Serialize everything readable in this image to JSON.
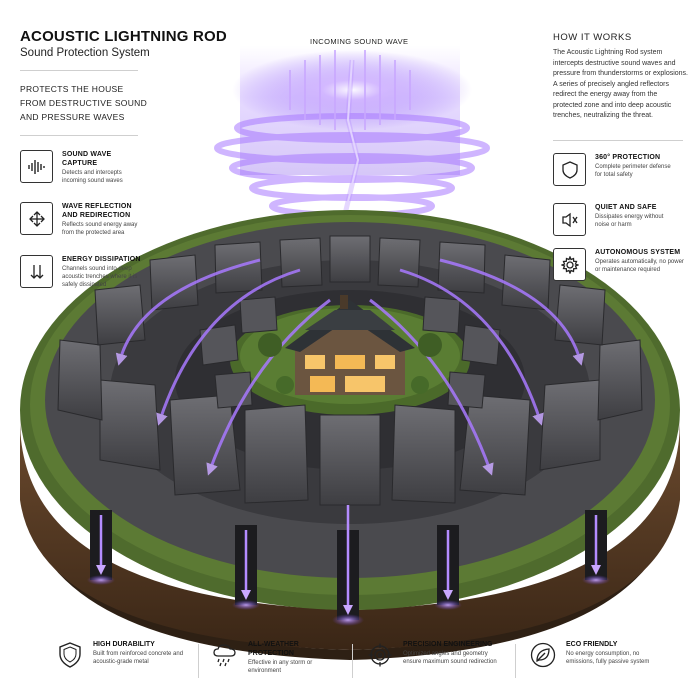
{
  "header": {
    "title": "ACOUSTIC LIGHTNING ROD",
    "subtitle": "Sound Protection System",
    "tagline": "PROTECTS THE HOUSE FROM DESTRUCTIVE SOUND AND PRESSURE WAVES"
  },
  "wave_label": "INCOMING SOUND WAVE",
  "how_it_works": {
    "title": "HOW IT WORKS",
    "text": "The Acoustic Lightning Rod system intercepts destructive sound waves and pressure from thunderstorms or explosions. A series of precisely angled reflectors redirect the energy away from the protected zone and into deep acoustic trenches, neutralizing the threat."
  },
  "left_features": [
    {
      "icon": "sound-wave-icon",
      "title": "SOUND WAVE CAPTURE",
      "desc": "Detects and intercepts incoming sound waves"
    },
    {
      "icon": "redirect-arrows-icon",
      "title": "WAVE REFLECTION AND REDIRECTION",
      "desc": "Reflects sound energy away from the protected area"
    },
    {
      "icon": "down-arrows-icon",
      "title": "ENERGY DISSIPATION",
      "desc": "Channels sound into deep acoustic trenches where it is safely dissipated"
    }
  ],
  "right_features": [
    {
      "icon": "shield-icon",
      "title": "360° PROTECTION",
      "desc": "Complete perimeter defense for total safety"
    },
    {
      "icon": "speaker-mute-icon",
      "title": "QUIET AND SAFE",
      "desc": "Dissipates energy without noise or harm"
    },
    {
      "icon": "gear-icon",
      "title": "AUTONOMOUS SYSTEM",
      "desc": "Operates automatically, no power or maintenance required"
    }
  ],
  "bottom_features": [
    {
      "icon": "shield-icon",
      "title": "HIGH DURABILITY",
      "desc": "Built from reinforced concrete and acoustic-grade metal"
    },
    {
      "icon": "weather-cloud-icon",
      "title": "ALL-WEATHER PROTECTION",
      "desc": "Effective in any storm or environment"
    },
    {
      "icon": "crosshair-icon",
      "title": "PRECISION ENGINEERING",
      "desc": "Optimized angles and geometry ensure maximum sound redirection"
    },
    {
      "icon": "leaf-icon",
      "title": "ECO FRIENDLY",
      "desc": "No energy consumption, no emissions, fully passive system"
    }
  ],
  "colors": {
    "accent": "#8a5cf6",
    "glow": "#b48cff",
    "concrete": "#5c5c60",
    "grass": "#4f6b2d",
    "soil": "#5a3e28"
  }
}
